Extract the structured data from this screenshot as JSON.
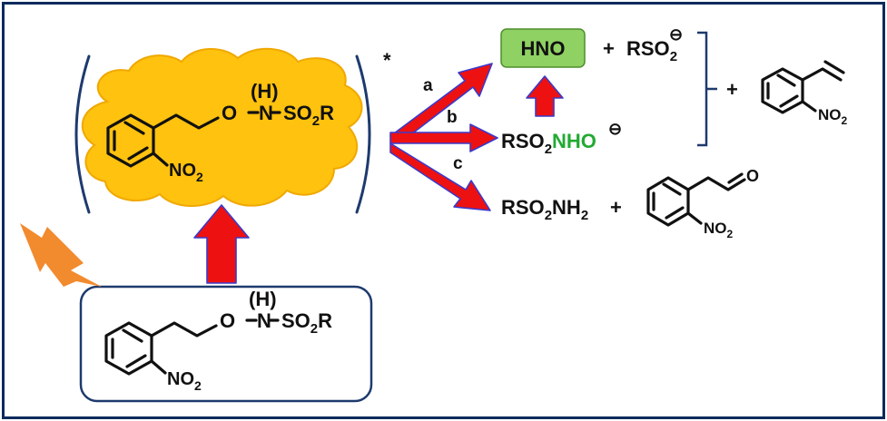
{
  "colors": {
    "frame": "#0d2a5c",
    "bracket": "#1e3a6e",
    "cloud": "#ffc20e",
    "cloud_edge": "#f0a800",
    "arrow_fill": "#ee1111",
    "arrow_edge": "#3a3acc",
    "hno_box": "#8fd162",
    "hno_box_edge": "#4f8e2c",
    "green_text": "#22aa33",
    "flash": "#f28a2e"
  },
  "icons": {
    "flash": "lightning-bolt-icon"
  },
  "excited_state": {
    "star": "*"
  },
  "molecule_top": {
    "h": "(H)",
    "o": "O",
    "n": "N",
    "so2r": "SO",
    "so2r_sub": "2",
    "so2r_end": "R",
    "nitro": "NO",
    "nitro_sub": "2"
  },
  "molecule_bottom": {
    "h": "(H)",
    "o": "O",
    "n": "N",
    "so2r": "SO",
    "so2r_sub": "2",
    "so2r_end": "R",
    "nitro": "NO",
    "nitro_sub": "2"
  },
  "pathways": {
    "a": "a",
    "b": "b",
    "c": "c"
  },
  "products": {
    "hno": "HNO",
    "plus1": "+",
    "rso2": "RSO",
    "rso2_sub": "2",
    "minus": "⊖",
    "plus_bracket": "+",
    "styrene_nitro": "NO",
    "styrene_nitro_sub": "2",
    "anion_rso": "RSO",
    "anion_sub": "2",
    "anion_nho": "NHO",
    "anion_minus": "⊖",
    "amide_rso": "RSO",
    "amide_sub": "2",
    "amide_nh": "NH",
    "amide_nh_sub": "2",
    "plus_c": "+",
    "aldehyde_o": "O",
    "aldehyde_nitro": "NO",
    "aldehyde_nitro_sub": "2"
  }
}
